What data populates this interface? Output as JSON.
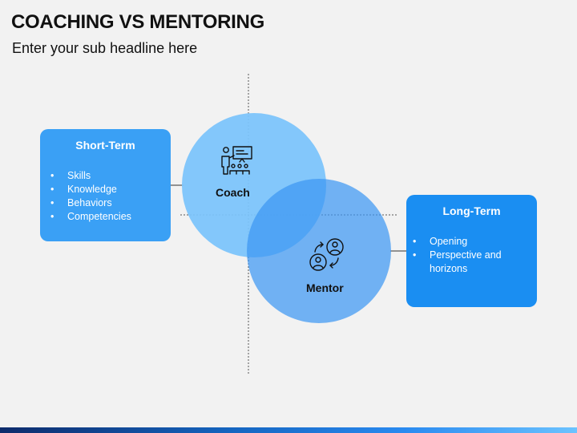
{
  "header": {
    "title": "COACHING VS MENTORING",
    "subtitle": "Enter your sub headline here"
  },
  "left_box": {
    "title": "Short-Term",
    "items": [
      "Skills",
      "Knowledge",
      "Behaviors",
      "Competencies"
    ]
  },
  "right_box": {
    "title": "Long-Term",
    "items": [
      "Opening",
      "Perspective and",
      "horizons"
    ]
  },
  "circles": {
    "coach_label": "Coach",
    "mentor_label": "Mentor"
  },
  "colors": {
    "coach_circle": "#7cc4fb",
    "mentor_circle": "#4a9ef5",
    "left_box": "#3aa0f5",
    "right_box": "#1a8ef2"
  },
  "icons": {
    "coach": "presentation-audience-icon",
    "mentor": "people-exchange-icon"
  }
}
